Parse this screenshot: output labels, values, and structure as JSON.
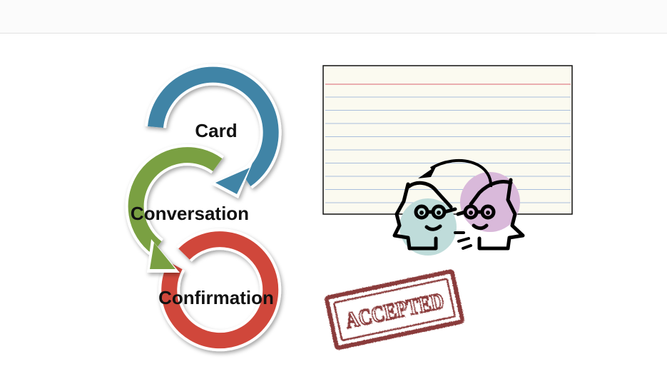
{
  "cycle": {
    "steps": [
      {
        "label": "Card",
        "color": "#3f84a6"
      },
      {
        "label": "Conversation",
        "color": "#7aa043"
      },
      {
        "label": "Confirmation",
        "color": "#d0473a"
      }
    ]
  },
  "index_card": {
    "paper_color": "#fbfaf0",
    "margin_line_color": "#e0808a",
    "ruled_line_color": "#a9bedc"
  },
  "conversation_icon": {
    "left_person_tint": "#bfdcda",
    "right_person_tint": "#d9b9da"
  },
  "stamp": {
    "text": "ACCEPTED",
    "color": "#8a3a3a"
  }
}
